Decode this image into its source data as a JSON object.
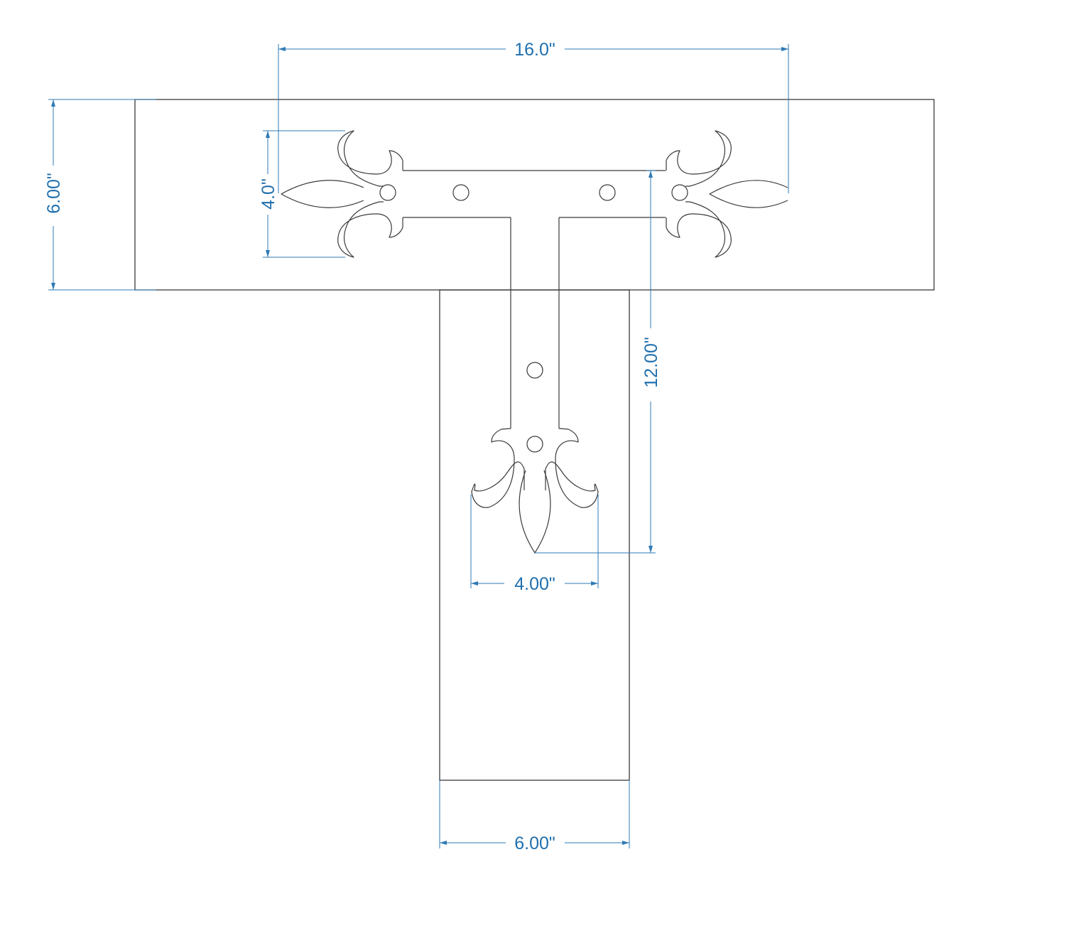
{
  "dimensions": {
    "overall_width": "16.0\"",
    "top_height": "6.00\"",
    "leaf_height": "4.0\"",
    "stem_length": "12.00\"",
    "stem_finial_width": "4.00\"",
    "board_width": "6.00\""
  },
  "colors": {
    "dimension": "#2e7ab5",
    "outline": "#3a3a3a"
  }
}
